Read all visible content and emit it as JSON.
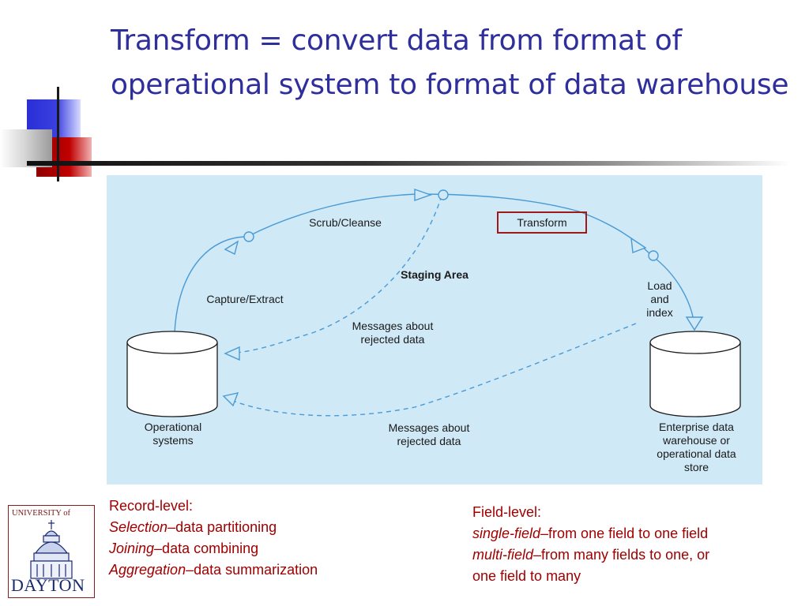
{
  "title": "Transform = convert data from format of operational system to format of data warehouse",
  "diagram": {
    "scrub": "Scrub/Cleanse",
    "transform": "Transform",
    "staging": "Staging Area",
    "capture": "Capture/Extract",
    "load": [
      "Load",
      "and",
      "index"
    ],
    "messages_top": [
      "Messages about",
      "rejected data"
    ],
    "messages_bottom": [
      "Messages about",
      "rejected data"
    ],
    "operational": [
      "Operational",
      "systems"
    ],
    "enterprise": [
      "Enterprise data",
      "warehouse or",
      "operational data",
      "store"
    ]
  },
  "record_level": {
    "heading": "Record-level:",
    "items": [
      {
        "term": "Selection",
        "desc": "–data partitioning"
      },
      {
        "term": "Joining",
        "desc": "–data combining"
      },
      {
        "term": "Aggregation",
        "desc": "–data summarization"
      }
    ]
  },
  "field_level": {
    "heading": "Field-level:",
    "items": [
      {
        "term": "single-field",
        "desc": "–from one field to one field"
      },
      {
        "term": "multi-field",
        "desc": "–from many fields to one, or"
      }
    ],
    "tail": "one field to many"
  },
  "logo": {
    "top": "UNIVERSITY of",
    "bottom": "DAYTON"
  },
  "colors": {
    "title": "#2e2e9c",
    "notes": "#a00000",
    "diagram_bg": "#cfe9f7",
    "flow": "#4a9ad4"
  }
}
